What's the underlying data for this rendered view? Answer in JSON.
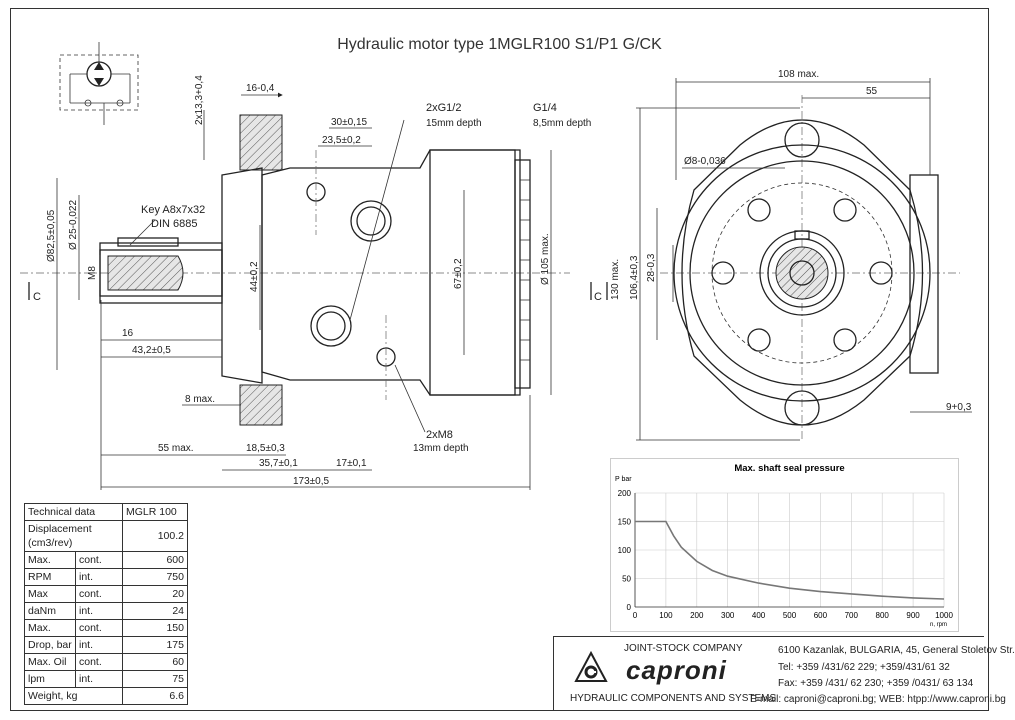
{
  "title": "Hydraulic motor type 1MGLR100 S1/P1 G/CK",
  "dimensions": {
    "d16_04": "16-0,4",
    "d2x133": "2x13,3+0,4",
    "port_main": "2xG1/2",
    "port_main_depth": "15mm depth",
    "port_drain": "G1/4",
    "port_drain_depth": "8,5mm depth",
    "d30": "30±0,15",
    "d235": "23,5±0,2",
    "key": "Key A8x7x32",
    "din": "DIN 6885",
    "d825": "Ø82,5±0,05",
    "d25": "Ø 25-0,022",
    "m8": "M8",
    "d44": "44±0,2",
    "d67": "67±0,2",
    "d105": "Ø 105 max.",
    "c_left": "C",
    "d16": "16",
    "d432": "43,2±0,5",
    "d8max": "8 max.",
    "mthread": "2xM8",
    "mthread_depth": "13mm depth",
    "d55max": "55 max.",
    "d185": "18,5±0,3",
    "d357": "35,7±0,1",
    "d17": "17±0,1",
    "d173": "173±0,5",
    "d108": "108 max.",
    "d55": "55",
    "d8036": "Ø8-0,036",
    "c_right": "C",
    "d130": "130 max.",
    "d1064": "106,4±0,3",
    "d28": "28-0,3",
    "d9": "9+0,3"
  },
  "table": {
    "header": [
      "Technical data",
      "MGLR 100"
    ],
    "rows": [
      {
        "a": "Displacement (cm3/rev)",
        "b": "",
        "v": "100.2",
        "span": true
      },
      {
        "a": "Max.",
        "b": "cont.",
        "v": "600"
      },
      {
        "a": "RPM",
        "b": "int.",
        "v": "750"
      },
      {
        "a": "Max",
        "b": "cont.",
        "v": "20"
      },
      {
        "a": "daNm",
        "b": "int.",
        "v": "24"
      },
      {
        "a": "Max.",
        "b": "cont.",
        "v": "150"
      },
      {
        "a": "Drop, bar",
        "b": "int.",
        "v": "175"
      },
      {
        "a": "Max. Oil",
        "b": "cont.",
        "v": "60"
      },
      {
        "a": "lpm",
        "b": "int.",
        "v": "75"
      },
      {
        "a": "Weight, kg",
        "b": "",
        "v": "6.6",
        "span": true
      }
    ]
  },
  "company": {
    "top": "JOINT-STOCK COMPANY",
    "name": "caproni",
    "bottom": "HYDRAULIC COMPONENTS AND SYSTEMS",
    "address": "6100 Kazanlak, BULGARIA, 45, General Stoletov Str.",
    "tel": "Tel: +359 /431/62 229; +359/431/61 32",
    "fax": "Fax: +359 /431/ 62 230; +359 /0431/ 63 134",
    "email": "E-mail: caproni@caproni.bg; WEB: htpp://www.caproni.bg"
  },
  "chart_data": {
    "type": "line",
    "title": "Max. shaft seal pressure",
    "ylabel": "P bar",
    "xlabel": "n, rpm",
    "xlim": [
      0,
      1000
    ],
    "ylim": [
      0,
      200
    ],
    "xticks": [
      0,
      100,
      200,
      300,
      400,
      500,
      600,
      700,
      800,
      900,
      1000
    ],
    "yticks": [
      0,
      50,
      100,
      150,
      200
    ],
    "grid": true,
    "series": [
      {
        "x": [
          0,
          100,
          125,
          150,
          200,
          250,
          300,
          400,
          500,
          600,
          700,
          800,
          900,
          1000
        ],
        "y": [
          150,
          150,
          125,
          105,
          80,
          64,
          54,
          42,
          33,
          27,
          23,
          19,
          16,
          14
        ]
      }
    ]
  }
}
